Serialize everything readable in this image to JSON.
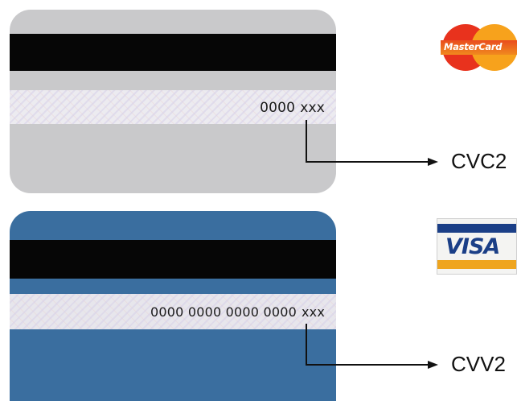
{
  "cards": [
    {
      "id": "mastercard",
      "code_text": "0000",
      "code_suffix": "xxx",
      "label": "CVC2",
      "color": "#c9c9cb"
    },
    {
      "id": "visa",
      "code_text": "0000 0000 0000 0000",
      "code_suffix": "xxx",
      "label": "CVV2",
      "color": "#3a6e9f"
    }
  ],
  "logos": {
    "mastercard": {
      "text": "MasterCard",
      "colors": [
        "#e8321d",
        "#f7a21c"
      ]
    },
    "visa": {
      "text": "VISA",
      "colors": [
        "#1b3f87",
        "#efa51f"
      ]
    }
  },
  "arrow_color": "#111111"
}
